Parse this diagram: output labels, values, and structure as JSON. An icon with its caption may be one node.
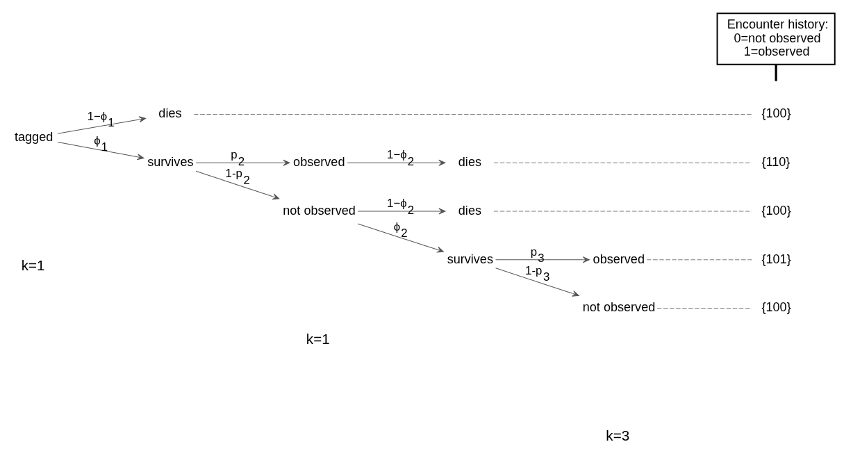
{
  "diagram": {
    "nodes": [
      {
        "text": [
          "tagged"
        ]
      },
      {
        "text": [
          "dies"
        ]
      },
      {
        "text": [
          "survives"
        ]
      },
      {
        "text": [
          "observed"
        ]
      },
      {
        "text": [
          "not observed"
        ]
      },
      {
        "text": [
          "dies"
        ]
      },
      {
        "text": [
          "dies"
        ]
      },
      {
        "text": [
          "survives"
        ]
      },
      {
        "text": [
          "observed"
        ]
      },
      {
        "text": [
          "not observed"
        ]
      },
      {
        "text": [
          "{100}"
        ]
      },
      {
        "text": [
          "{110}"
        ]
      },
      {
        "text": [
          "{100}"
        ]
      },
      {
        "text": [
          "{101}"
        ]
      },
      {
        "text": [
          "{100}"
        ]
      },
      {
        "text": [
          "Encounter history:",
          "0=not observed",
          "1=observed"
        ]
      }
    ],
    "edges": [
      {
        "from": 0,
        "to": 1,
        "arrow": "to",
        "label": "1−ϕ$_{1}$"
      },
      {
        "from": 0,
        "to": 2,
        "arrow": "to",
        "label": "ϕ$_{1}$"
      },
      {
        "from": 2,
        "to": 3,
        "arrow": "to",
        "label": "p$_{2}$"
      },
      {
        "from": 2,
        "to": 4,
        "arrow": "to",
        "label": "1-p$_{2}$"
      },
      {
        "from": 3,
        "to": 5,
        "arrow": "to",
        "label": "1−ϕ$_{2}$"
      },
      {
        "from": 4,
        "to": 6,
        "arrow": "to",
        "label": "1−ϕ$_{2}$"
      },
      {
        "from": 4,
        "to": 7,
        "arrow": "to",
        "label": "ϕ$_{2}$"
      },
      {
        "from": 7,
        "to": 8,
        "arrow": "to",
        "label": "p$_{3}$"
      },
      {
        "from": 7,
        "to": 9,
        "arrow": "to",
        "label": "1-p$_{3}$"
      },
      {
        "from": 1,
        "to": 10,
        "arrow": "none",
        "style": "dashed"
      },
      {
        "from": 5,
        "to": 11,
        "arrow": "none",
        "style": "dashed"
      },
      {
        "from": 6,
        "to": 12,
        "arrow": "none",
        "style": "dashed"
      },
      {
        "from": 8,
        "to": 13,
        "arrow": "none",
        "style": "dashed"
      },
      {
        "from": 9,
        "to": 14,
        "arrow": "none",
        "style": "dashed"
      },
      {
        "from": 15,
        "to": null,
        "arrow": "none",
        "style": "thick"
      }
    ],
    "labels": [
      "k=1",
      "k=1",
      "k=3"
    ]
  }
}
